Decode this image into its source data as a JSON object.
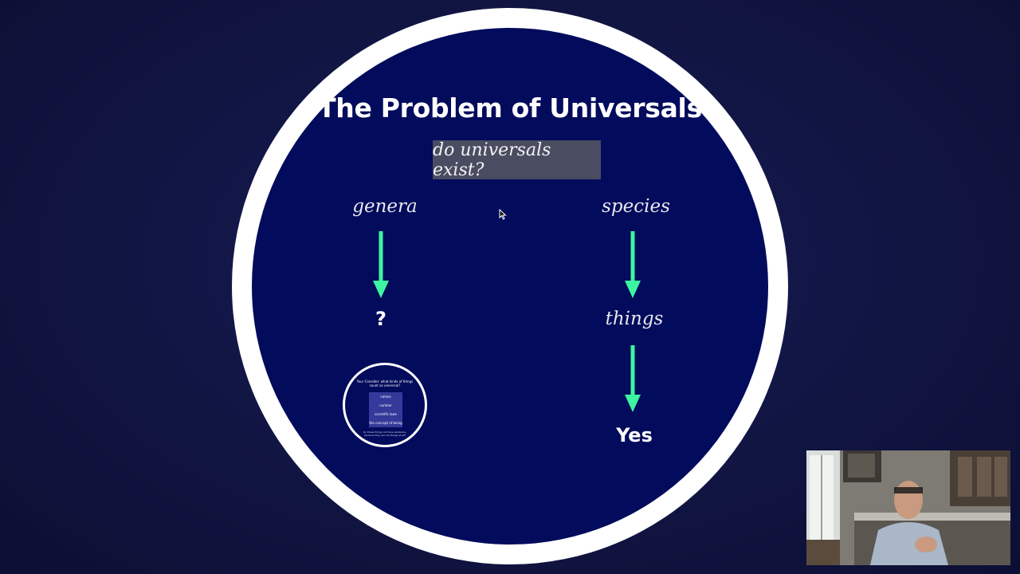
{
  "slide": {
    "title": "The Problem of Universals",
    "question": "do universals exist?",
    "left_column": {
      "top_label": "genera",
      "result_label": "?"
    },
    "right_column": {
      "top_label": "species",
      "middle_label": "things",
      "result_label": "Yes"
    },
    "thumbnail": {
      "heading": "Your Consider: what kinds of things count as universal?",
      "items": [
        "names",
        "number",
        "scientific laws",
        "the concept of being"
      ],
      "footer": "Do these things not have existence, because they are not things at all?"
    }
  },
  "colors": {
    "circle_fill": "#020b5c",
    "circle_ring": "#ffffff",
    "arrow": "#3df5a0",
    "question_box": "#4a4c62"
  },
  "icons": {
    "arrow": "arrow-down-icon",
    "cursor": "mouse-cursor-icon"
  }
}
